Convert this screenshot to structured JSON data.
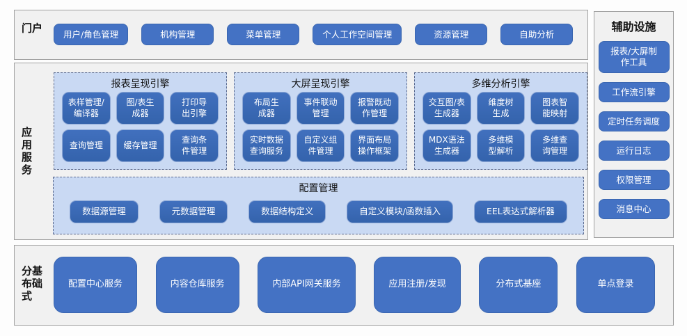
{
  "portal": {
    "label": "门户",
    "buttons": [
      "用户/角色管理",
      "机构管理",
      "菜单管理",
      "个人工作空间管理",
      "资源管理",
      "自助分析"
    ]
  },
  "app_services": {
    "label": "应用服务",
    "engines": [
      {
        "title": "报表呈现引擎",
        "buttons": [
          "表样管理/\n编译器",
          "图/表生\n成器",
          "打印导\n出引擎",
          "查询管理",
          "缓存管理",
          "查询条\n件管理"
        ]
      },
      {
        "title": "大屏呈现引擎",
        "buttons": [
          "布局生\n成器",
          "事件联动\n管理",
          "报警既动\n作管理",
          "实时数据\n查询服务",
          "自定义组\n件管理",
          "界面布局\n操作框架"
        ]
      },
      {
        "title": "多维分析引擎",
        "buttons": [
          "交互图/表\n生成器",
          "维度树\n生成",
          "图表智\n能映射",
          "MDX语法\n生成器",
          "多维模\n型解析",
          "多维查\n询管理"
        ]
      }
    ],
    "config": {
      "title": "配置管理",
      "buttons": [
        "数据源管理",
        "元数据管理",
        "数据结构定义",
        "自定义模块/函数插入",
        "EEL表达式解析器"
      ]
    }
  },
  "auxiliary": {
    "title": "辅助设施",
    "buttons": [
      "报表/大屏制\n作工具",
      "工作流引擎",
      "定时任务调度",
      "运行日志",
      "权限管理",
      "消息中心"
    ]
  },
  "distributed": {
    "label": "分布式基础",
    "buttons": [
      "配置中心服务",
      "内容仓库服务",
      "内部API网关服务",
      "应用注册/发现",
      "分布式基座",
      "单点登录"
    ]
  },
  "colors": {
    "button_blue": "#4472c4",
    "engine_button_blue": "#3a69b2",
    "panel_fill": "#f1f1f1",
    "panel_border": "#a0a0a0",
    "dashed_fill": "#c9d9f3",
    "dashed_border": "#59688c",
    "button_text": "#ffffff"
  }
}
